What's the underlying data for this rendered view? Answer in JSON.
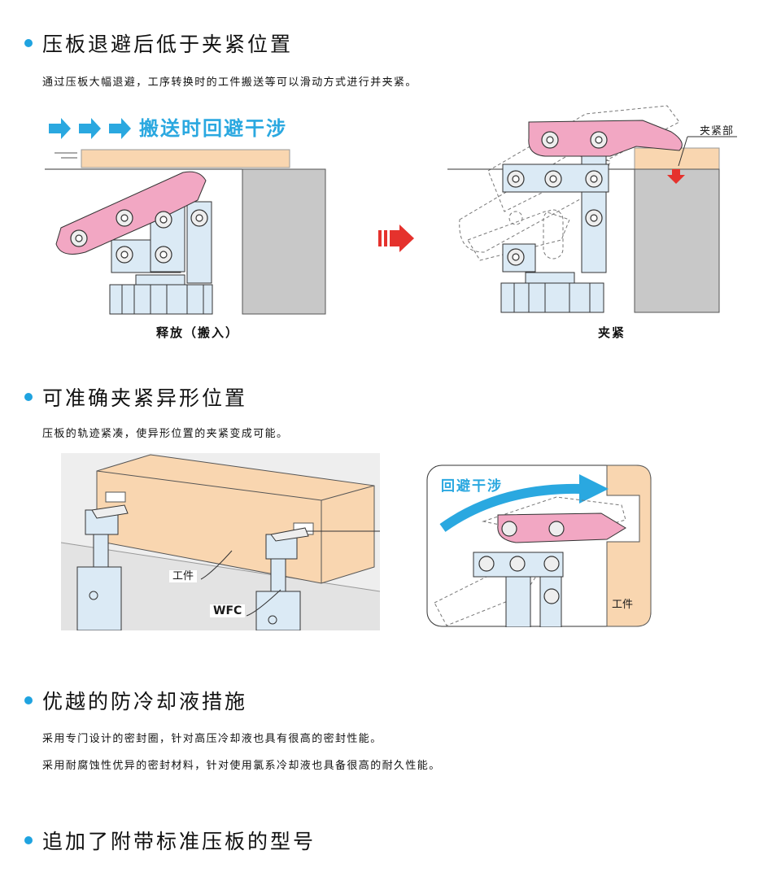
{
  "sections": [
    {
      "heading": "压板退避后低于夹紧位置",
      "paragraphs": [
        "通过压板大幅退避，工序转换时的工件搬送等可以滑动方式进行并夹紧。"
      ],
      "figure": {
        "banner": "搬送时回避干涉",
        "left_caption": "释放（搬入）",
        "right_caption": "夹紧",
        "clamp_label": "夹紧部"
      }
    },
    {
      "heading": "可准确夹紧异形位置",
      "paragraphs": [
        "压板的轨迹紧凑，使异形位置的夹紧变成可能。"
      ],
      "figure": {
        "workpiece_label": "工件",
        "model_label": "WFC",
        "detail_banner": "回避干涉",
        "detail_workpiece_label": "工件"
      }
    },
    {
      "heading": "优越的防冷却液措施",
      "paragraphs": [
        "采用专门设计的密封圈，针对高压冷却液也具有很高的密封性能。",
        "采用耐腐蚀性优异的密封材料，针对使用氯系冷却液也具备很高的耐久性能。"
      ]
    },
    {
      "heading": "追加了附带标准压板的型号",
      "paragraphs": []
    }
  ],
  "colors": {
    "accent_dot": "#1fa3e0",
    "clamp_arm_pink": "#f2a7c3",
    "body_light_blue": "#dbeaf5",
    "workpiece_peach": "#f9d6b0",
    "base_gray": "#c8c8c8",
    "arrow_blue": "#2aa8e0",
    "arrow_red": "#e5322d"
  }
}
